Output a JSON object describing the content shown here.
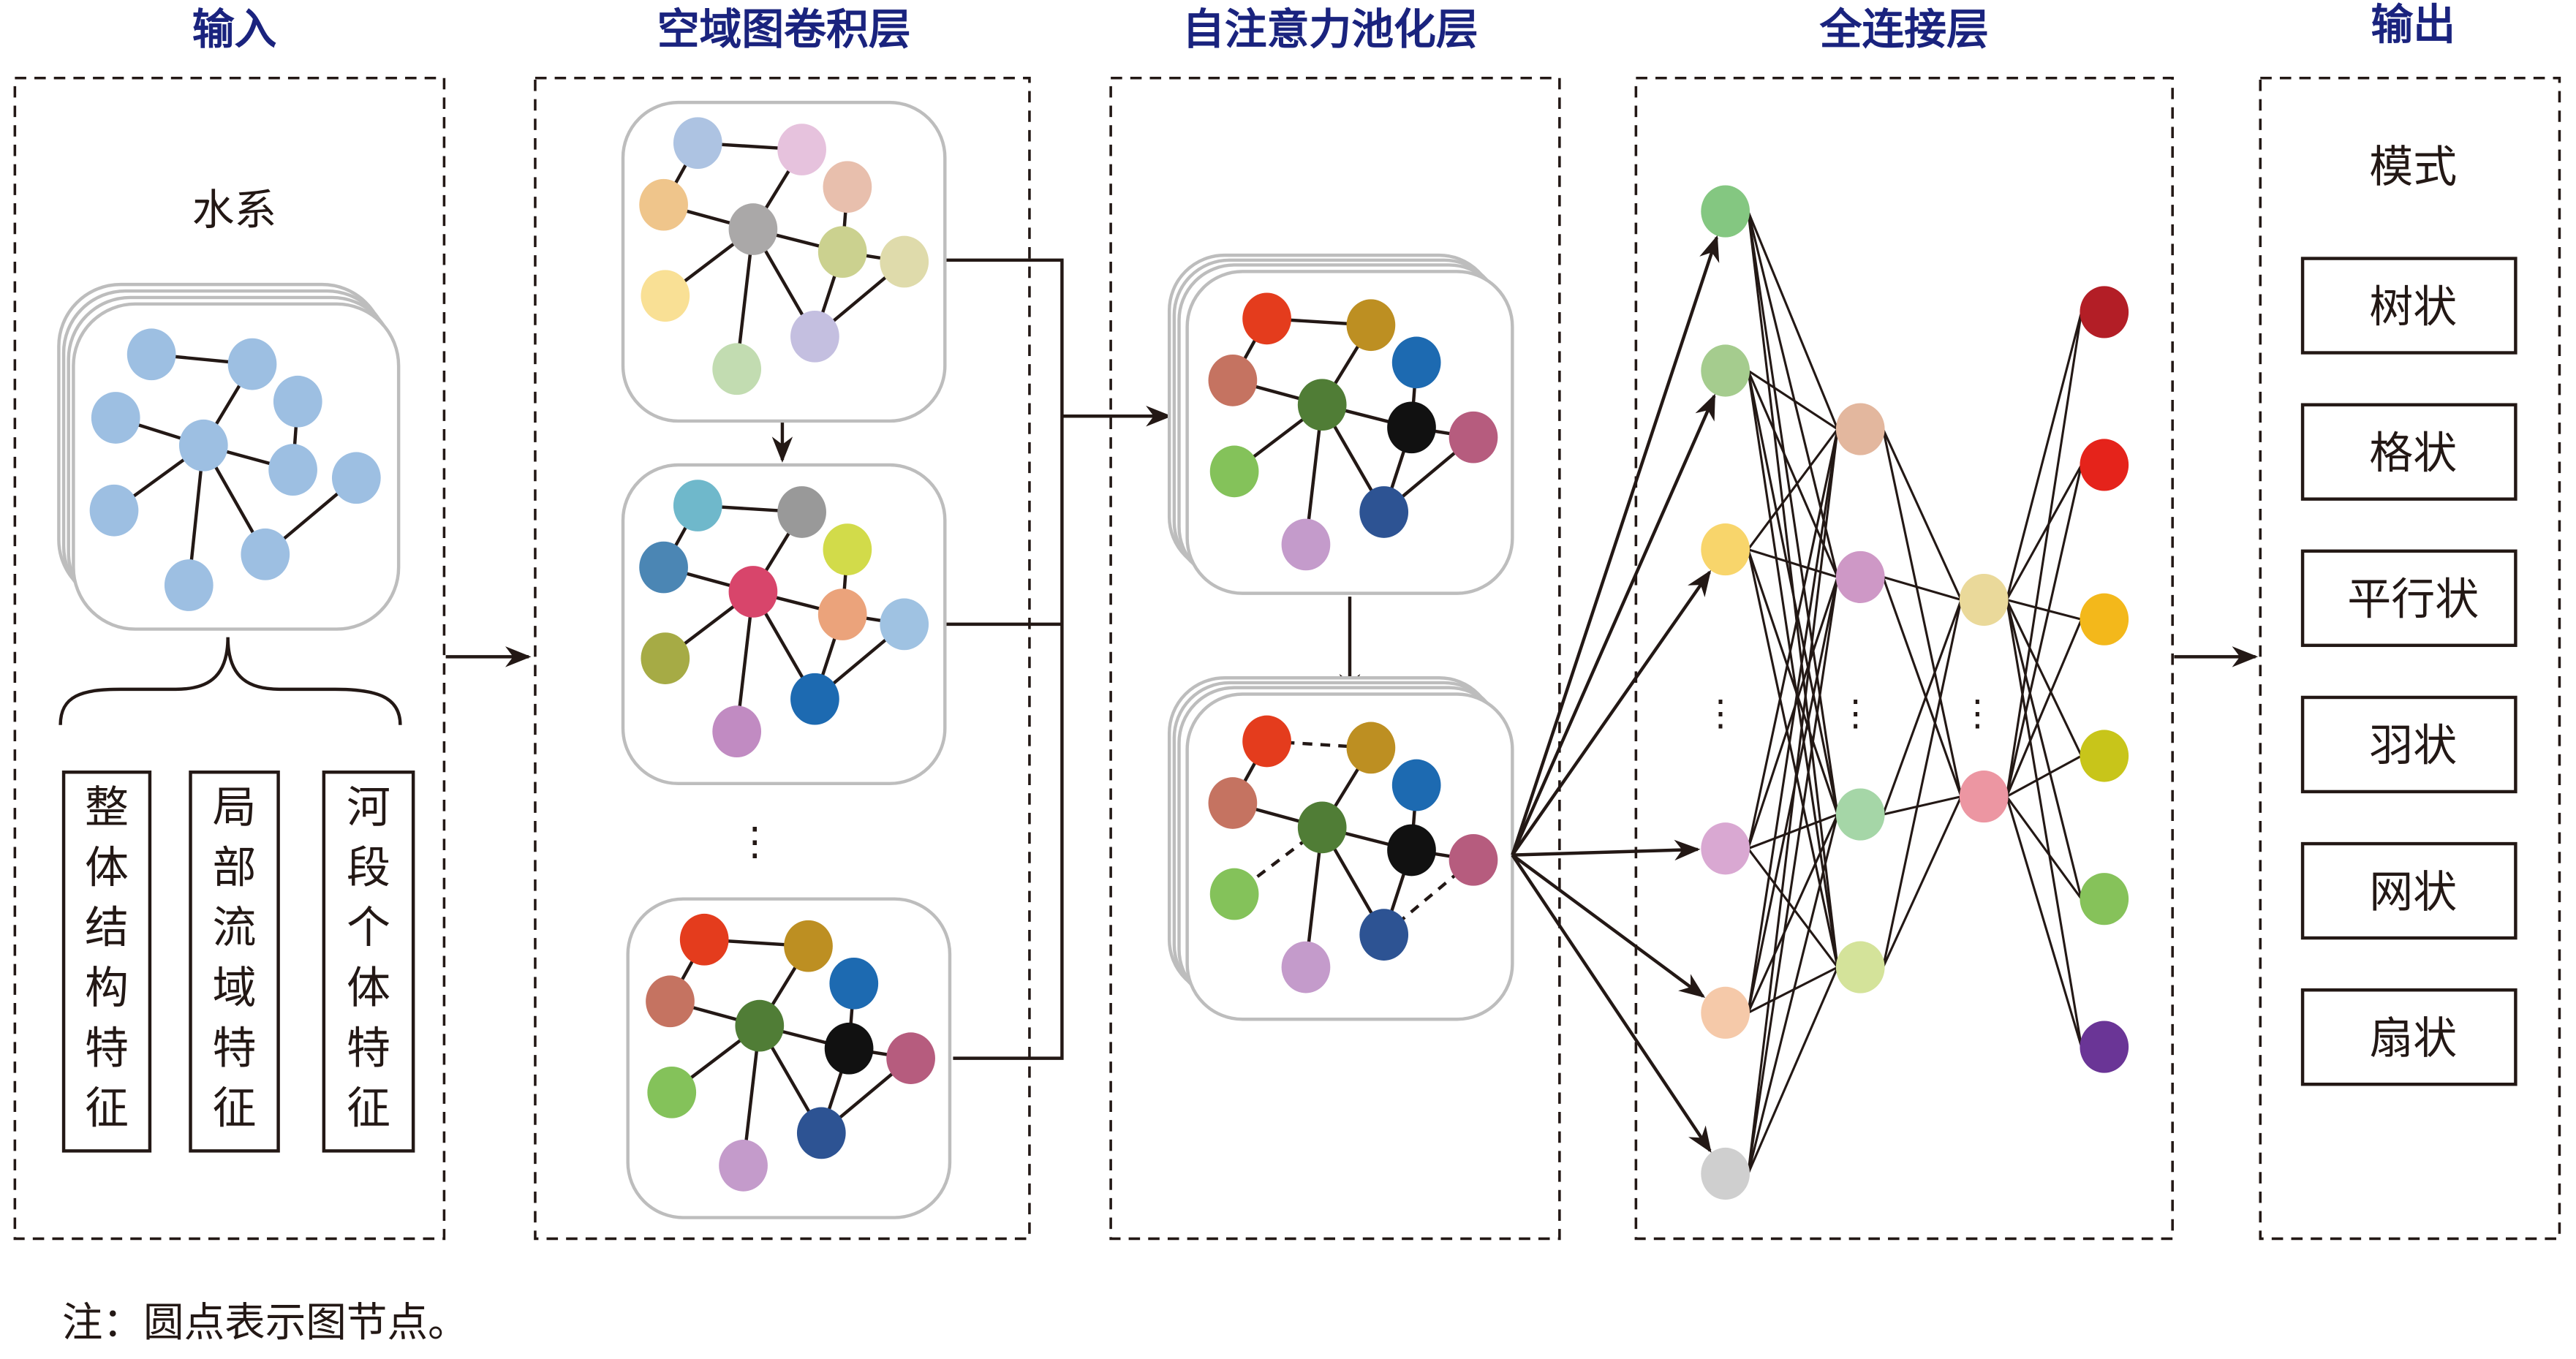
{
  "stages": [
    {
      "key": "input",
      "title": "输入"
    },
    {
      "key": "gcn",
      "title": "空域图卷积层"
    },
    {
      "key": "pool",
      "title": "自注意力池化层"
    },
    {
      "key": "fc",
      "title": "全连接层"
    },
    {
      "key": "output",
      "title": "输出"
    }
  ],
  "input": {
    "subtitle": "水系",
    "node_color": "#9dbfe2",
    "features": [
      "整体结构特征",
      "局部流域特征",
      "河段个体特征"
    ]
  },
  "gcn": {
    "ellipsis": "⋮",
    "graph1_colors": [
      "#adc3e2",
      "#e6c2dd",
      "#efc58b",
      "#e8bfad",
      "#aaa8a8",
      "#cbd18f",
      "#dfdbab",
      "#f9e095",
      "#c4bfe0",
      "#c2dcb1"
    ],
    "graph2_colors": [
      "#6fb8cb",
      "#999999",
      "#4b86b4",
      "#d2db4a",
      "#d8456b",
      "#eba37b",
      "#9fc2e2",
      "#a6ab45",
      "#1d6ab1",
      "#c18bc2"
    ],
    "graph3_colors": [
      "#e43c1d",
      "#bd8f22",
      "#c57361",
      "#1d6ab1",
      "#507d36",
      "#111111",
      "#b65c7e",
      "#84c25a",
      "#2d5393",
      "#c49bcb"
    ]
  },
  "pool": {
    "graph_colors": [
      "#e43c1d",
      "#bd8f22",
      "#c57361",
      "#1d6ab1",
      "#507d36",
      "#111111",
      "#b65c7e",
      "#84c25a",
      "#2d5393",
      "#c49bcb"
    ]
  },
  "fc": {
    "ellipsis": "⋮",
    "layer1_colors": [
      "#84c781",
      "#a5cc8e",
      "#f8d56b",
      "#d9a8d2",
      "#f5c9a9",
      "#cfcfcf"
    ],
    "layer2_colors": [
      "#e3b79e",
      "#ce98c6",
      "#a5d6a7",
      "#d4e39a"
    ],
    "layer3_colors": [
      "#ead99a",
      "#ec96a2"
    ],
    "layer4_colors": [
      "#b31e26",
      "#e5231b",
      "#f3b81b",
      "#c8c51a",
      "#86c25a",
      "#6a3596"
    ]
  },
  "output": {
    "header": "模式",
    "classes": [
      "树状",
      "格状",
      "平行状",
      "羽状",
      "网状",
      "扇状"
    ]
  },
  "note": "注：圆点表示图节点。"
}
